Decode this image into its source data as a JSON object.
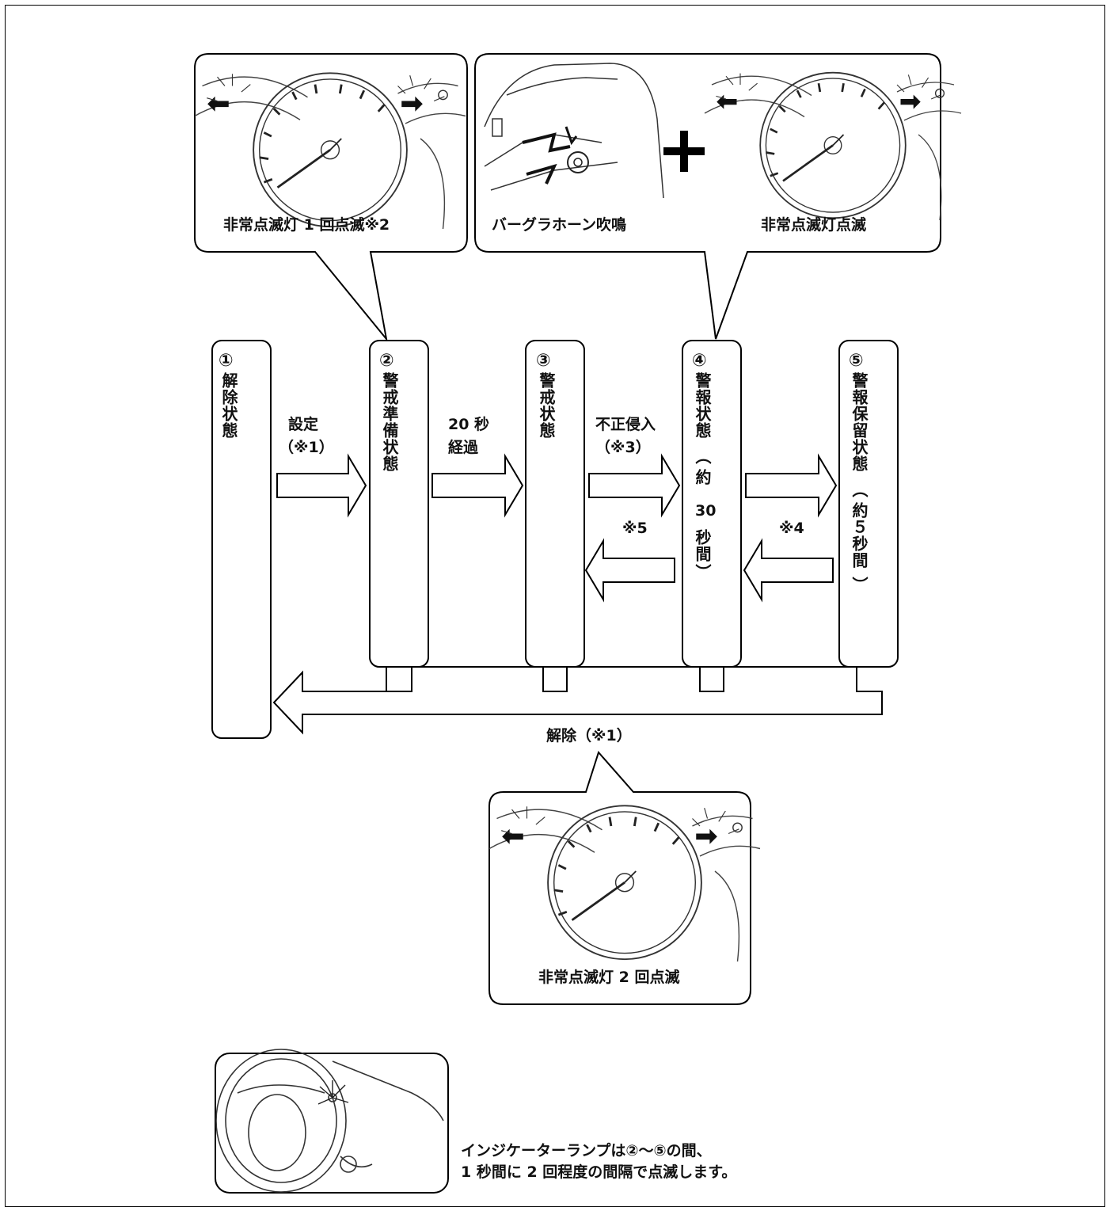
{
  "bubbles": {
    "b1_caption": "非常点滅灯 1 回点滅※2",
    "b2_caption_left": "バーグラホーン吹鳴",
    "b2_caption_right": "非常点滅灯点滅",
    "b3_caption": "非常点滅灯 2 回点滅"
  },
  "states": [
    {
      "num": "①",
      "text": "解除状態"
    },
    {
      "num": "②",
      "text": "警戒準備状態"
    },
    {
      "num": "③",
      "text": "警戒状態"
    },
    {
      "num": "④",
      "text": "警報状態",
      "paren_open": "︵",
      "sub1": "約",
      "sub2": "30",
      "sub3": "秒間",
      "paren_close": "︶"
    },
    {
      "num": "⑤",
      "text": "警報保留状態",
      "paren_open": "︵",
      "sub": "約５秒間",
      "paren_close": "︶"
    }
  ],
  "arrows": {
    "a1_line1": "設定",
    "a1_line2": "（※1）",
    "a2_line1": "20 秒",
    "a2_line2": "経過",
    "a3_line1": "不正侵入",
    "a3_line2": "（※3）",
    "back1": "※5",
    "back2": "※4",
    "release": "解除（※1）"
  },
  "note": {
    "line1": "インジケーターランプは②～⑤の間、",
    "line2": "1 秒間に 2 回程度の間隔で点滅します。"
  }
}
